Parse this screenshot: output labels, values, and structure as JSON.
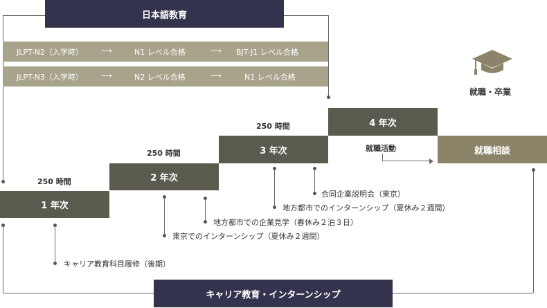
{
  "japanese_education": {
    "title": "日本語教育",
    "rows": [
      {
        "start": "JLPT-N2（入学時）",
        "arrow1": "⟶",
        "mid": "N1 レベル合格",
        "arrow2": "⟶",
        "end": "BJT-J1 レベル合格"
      },
      {
        "start": "JLPT-N3（入学時）",
        "arrow1": "⟶",
        "mid": "N2 レベル合格",
        "arrow2": "⟶",
        "end": "N1 レベル合格"
      }
    ]
  },
  "graduation": {
    "icon": "graduation-cap-icon",
    "label": "就職・卒業"
  },
  "years": [
    {
      "label": "1 年次",
      "hours": "250 時間"
    },
    {
      "label": "2 年次",
      "hours": "250 時間"
    },
    {
      "label": "3 年次",
      "hours": "250 時間"
    },
    {
      "label": "4 年次",
      "activity": "就職活動"
    }
  ],
  "consultation": "就職相談",
  "events": {
    "career_course": "キャリア教育科目履修（後期）",
    "tokyo_internship": "東京でのインターンシップ（夏休み２週間）",
    "regional_visit": "地方都市での企業見学（春休み２泊３日）",
    "regional_internship": "地方都市でのインターンシップ（夏休み２週間）",
    "joint_briefing": "合同企業説明会（東京）"
  },
  "career_banner": "キャリア教育・インターンシップ",
  "colors": {
    "navy": "#33334d",
    "dark": "#5a5a4e",
    "bronze": "#8b8469",
    "khaki": "#a8a38b"
  }
}
